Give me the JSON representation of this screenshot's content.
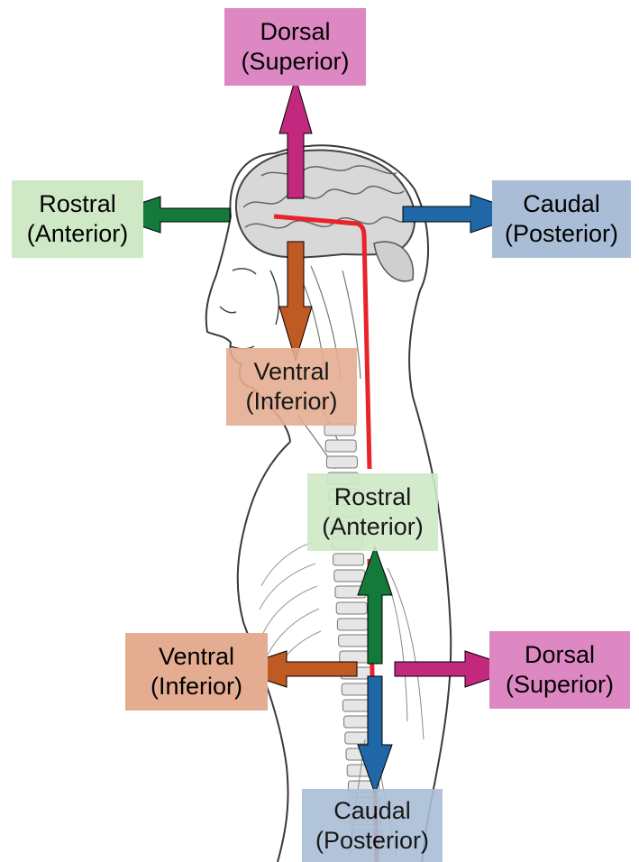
{
  "colors": {
    "dorsal": "#c2287e",
    "ventral": "#bf5a23",
    "rostral": "#137a3c",
    "caudal": "#1f67a6",
    "neuraxis": "#e8242a",
    "dorsal_box": "#dd88c3",
    "ventral_box": "#e4ad92",
    "rostral_box": "#cfe9c6",
    "caudal_box": "#a9bed6"
  },
  "head": {
    "dorsal": {
      "line1": "Dorsal",
      "line2": "(Superior)"
    },
    "ventral": {
      "line1": "Ventral",
      "line2": "(Inferior)"
    },
    "rostral": {
      "line1": "Rostral",
      "line2": "(Anterior)"
    },
    "caudal": {
      "line1": "Caudal",
      "line2": "(Posterior)"
    }
  },
  "spine": {
    "rostral": {
      "line1": "Rostral",
      "line2": "(Anterior)"
    },
    "ventral": {
      "line1": "Ventral",
      "line2": "(Inferior)"
    },
    "dorsal": {
      "line1": "Dorsal",
      "line2": "(Superior)"
    },
    "caudal": {
      "line1": "Caudal",
      "line2": "(Posterior)"
    }
  }
}
